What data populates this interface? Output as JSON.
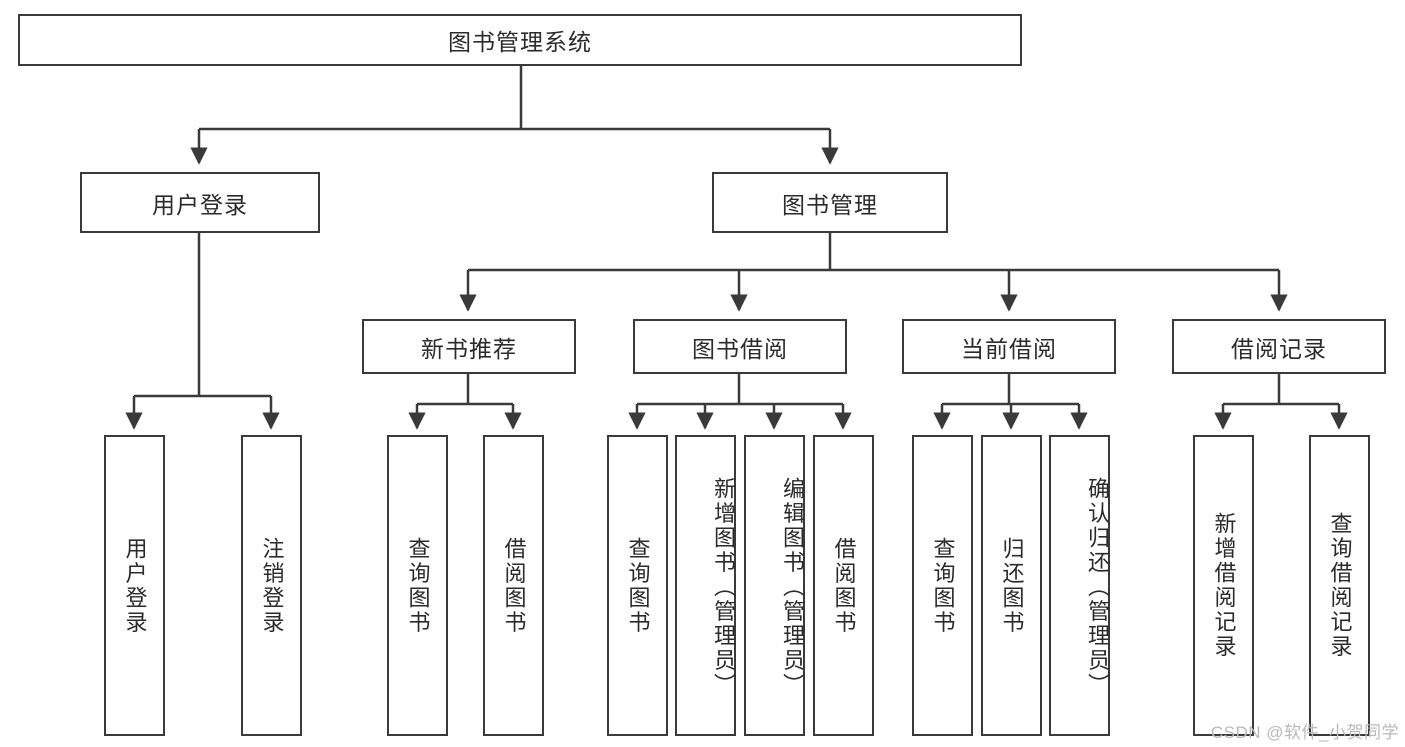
{
  "diagram": {
    "title": "图书管理系统",
    "root": {
      "id": "root",
      "label": "图书管理系统"
    },
    "level2": [
      {
        "id": "user-login",
        "label": "用户登录"
      },
      {
        "id": "book-manage",
        "label": "图书管理"
      }
    ],
    "level3": [
      {
        "id": "new-book-recommend",
        "label": "新书推荐"
      },
      {
        "id": "book-borrow",
        "label": "图书借阅"
      },
      {
        "id": "current-borrow",
        "label": "当前借阅"
      },
      {
        "id": "borrow-record",
        "label": "借阅记录"
      }
    ],
    "leaves": {
      "user_login": [
        {
          "id": "leaf-user-login",
          "label": "用户登录"
        },
        {
          "id": "leaf-logout-login",
          "label": "注销登录"
        }
      ],
      "new_book_recommend": [
        {
          "id": "leaf-query-book-1",
          "label": "查询图书"
        },
        {
          "id": "leaf-borrow-book-1",
          "label": "借阅图书"
        }
      ],
      "book_borrow": [
        {
          "id": "leaf-query-book-2",
          "label": "查询图书"
        },
        {
          "id": "leaf-add-book",
          "label": "新增图书（管理员）"
        },
        {
          "id": "leaf-edit-book",
          "label": "编辑图书（管理员）"
        },
        {
          "id": "leaf-borrow-book-2",
          "label": "借阅图书"
        }
      ],
      "current_borrow": [
        {
          "id": "leaf-query-book-3",
          "label": "查询图书"
        },
        {
          "id": "leaf-return-book",
          "label": "归还图书"
        },
        {
          "id": "leaf-confirm-return",
          "label": "确认归还（管理员）"
        }
      ],
      "borrow_record": [
        {
          "id": "leaf-add-record",
          "label": "新增借阅记录"
        },
        {
          "id": "leaf-query-record",
          "label": "查询借阅记录"
        }
      ]
    },
    "watermark": "CSDN @软件_小贺同学",
    "colors": {
      "stroke": "#3a3a3a",
      "text": "#2b2b2b",
      "background": "#ffffff",
      "watermark": "#b9b9b9"
    }
  }
}
